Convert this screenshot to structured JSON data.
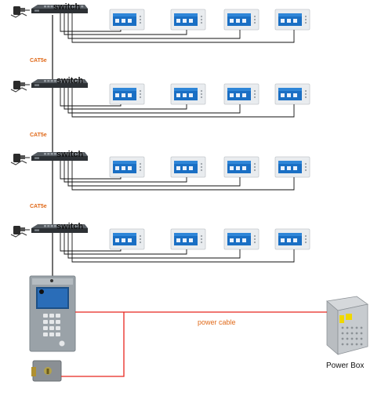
{
  "diagram": {
    "switch_label": "switch",
    "cable_label": "CAT5e",
    "power_cable_label": "power cable",
    "power_box_label": "Power Box",
    "tiers": [
      {
        "name": "switch-1",
        "monitors": 4
      },
      {
        "name": "switch-2",
        "monitors": 4
      },
      {
        "name": "switch-3",
        "monitors": 4
      },
      {
        "name": "switch-4",
        "monitors": 4
      }
    ],
    "devices": {
      "door_station": "door-station",
      "electric_lock": "electric-lock",
      "power_box": "power-box"
    },
    "colors": {
      "network_line": "#111111",
      "power_line": "#e8261f",
      "label_orange": "#e06a1a",
      "monitor_screen": "#1a6fc4",
      "monitor_frame": "#e9ecef",
      "switch_body": "#2d3135",
      "door_panel": "#9aa2a8"
    }
  }
}
